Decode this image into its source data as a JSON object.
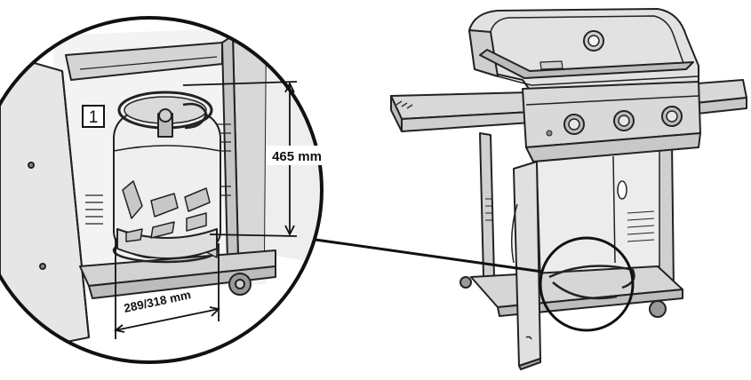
{
  "step": {
    "number": "1"
  },
  "dimensions": {
    "height_label": "465 mm",
    "width_label": "289/318 mm"
  }
}
